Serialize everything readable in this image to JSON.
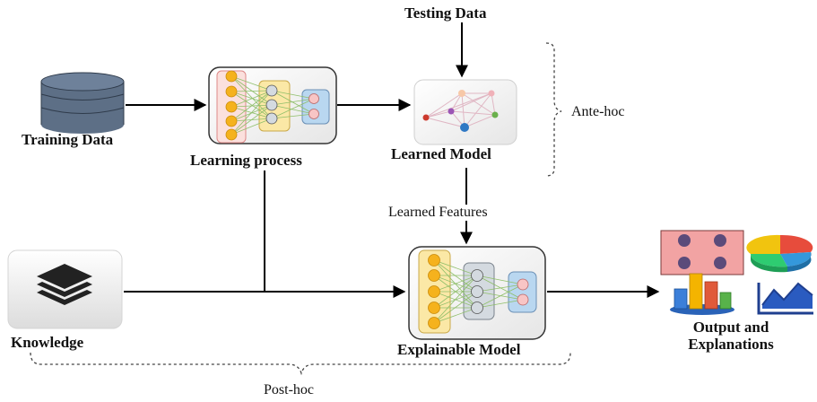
{
  "nodes": {
    "training_data": "Training Data",
    "learning_process": "Learning process",
    "testing_data": "Testing Data",
    "learned_model": "Learned Model",
    "learned_features": "Learned Features",
    "knowledge": "Knowledge",
    "explainable_model": "Explainable Model",
    "output_line1": "Output and",
    "output_line2": "Explanations"
  },
  "brackets": {
    "ante_hoc": "Ante-hoc",
    "post_hoc": "Post-hoc"
  },
  "colors": {
    "database": "#5d6f86",
    "neuron_orange": "#f5b21d",
    "layer_yellow": "#fbe8a6",
    "layer_grey": "#d4dae0",
    "layer_blue": "#b9d7f0",
    "neuron_pink": "#f8c5c5",
    "input_layer_pink": "#fbe0dd",
    "arrow": "#000000"
  }
}
